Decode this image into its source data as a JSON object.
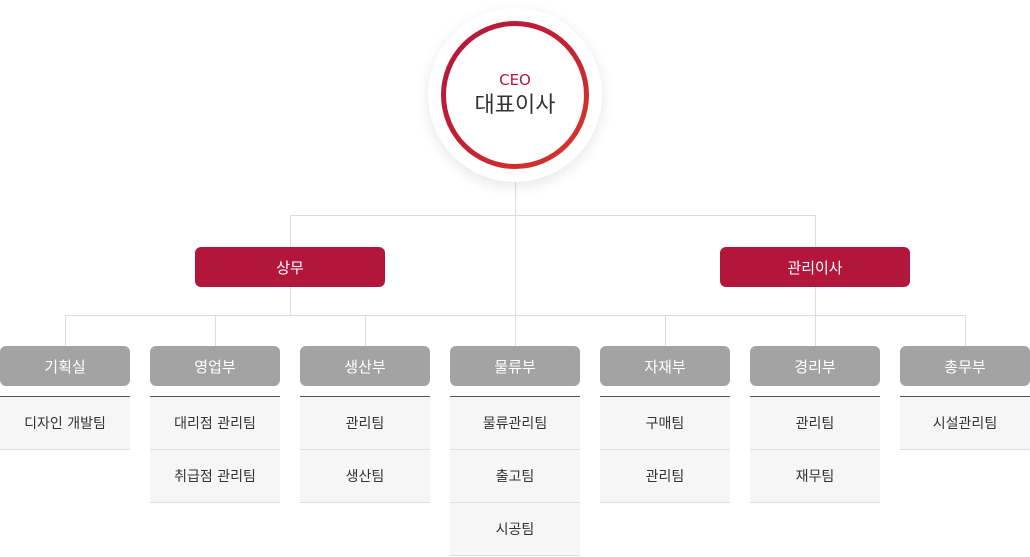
{
  "ceo": {
    "title_en": "CEO",
    "title_ko": "대표이사"
  },
  "executives": [
    {
      "label": "상무"
    },
    {
      "label": "관리이사"
    }
  ],
  "departments": [
    {
      "label": "기획실",
      "teams": [
        "디자인 개발팀"
      ]
    },
    {
      "label": "영업부",
      "teams": [
        "대리점 관리팀",
        "취급점 관리팀"
      ]
    },
    {
      "label": "생산부",
      "teams": [
        "관리팀",
        "생산팀"
      ]
    },
    {
      "label": "물류부",
      "teams": [
        "물류관리팀",
        "출고팀",
        "시공팀"
      ]
    },
    {
      "label": "자재부",
      "teams": [
        "구매팀",
        "관리팀"
      ]
    },
    {
      "label": "경리부",
      "teams": [
        "관리팀",
        "재무팀"
      ]
    },
    {
      "label": "총무부",
      "teams": [
        "시설관리팀"
      ]
    }
  ],
  "colors": {
    "accent": "#b3163b",
    "department": "#a3a3a3",
    "connector": "#dcdcdc",
    "team_bg": "#f6f6f6"
  }
}
